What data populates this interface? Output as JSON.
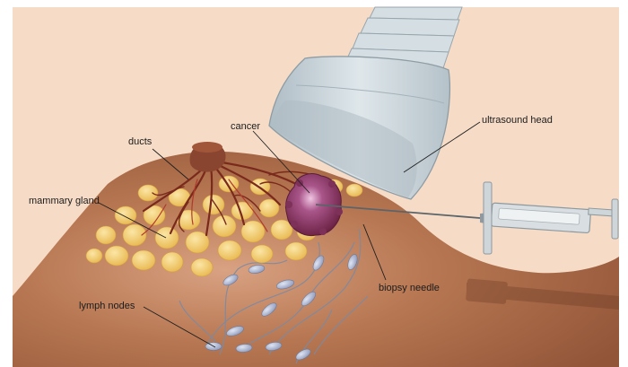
{
  "labels": {
    "ultrasound_head": "ultrasound head",
    "cancer": "cancer",
    "ducts": "ducts",
    "mammary_gland": "mammary gland",
    "biopsy_needle": "biopsy needle",
    "lymph_nodes": "lymph nodes"
  },
  "colors": {
    "background_skin": "#f6dcc7",
    "breast_skin": "#a4694a",
    "gland_lobule": "#f3cf73",
    "nipple": "#8a4530",
    "ducts": "#7a2a1c",
    "tumor": "#8e3a5e",
    "lymph_node": "#a9b3cf",
    "ultrasound_probe": "#c9d4da",
    "syringe": "#d8dee1"
  }
}
